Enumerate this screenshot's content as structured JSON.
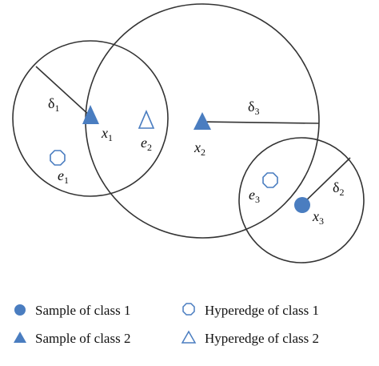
{
  "colors": {
    "stroke": "#333333",
    "sample_fill": "#4a7dc0",
    "hyperedge_stroke": "#4a7dc0",
    "text": "#111111"
  },
  "points": {
    "x1": {
      "base": "x",
      "sub": "1"
    },
    "x2": {
      "base": "x",
      "sub": "2"
    },
    "x3": {
      "base": "x",
      "sub": "3"
    },
    "e1": {
      "base": "e",
      "sub": "1"
    },
    "e2": {
      "base": "e",
      "sub": "2"
    },
    "e3": {
      "base": "e",
      "sub": "3"
    }
  },
  "radii": {
    "d1": {
      "base": "δ",
      "sub": "1"
    },
    "d2": {
      "base": "δ",
      "sub": "2"
    },
    "d3": {
      "base": "δ",
      "sub": "3"
    }
  },
  "legend": {
    "sample_class_1": {
      "icon": "filled-circle-icon",
      "label": "Sample of class 1"
    },
    "sample_class_2": {
      "icon": "filled-triangle-icon",
      "label": "Sample of class 2"
    },
    "hyperedge_class_1": {
      "icon": "octagon-outline-icon",
      "label": "Hyperedge of class 1"
    },
    "hyperedge_class_2": {
      "icon": "triangle-outline-icon",
      "label": "Hyperedge of class 2"
    }
  }
}
